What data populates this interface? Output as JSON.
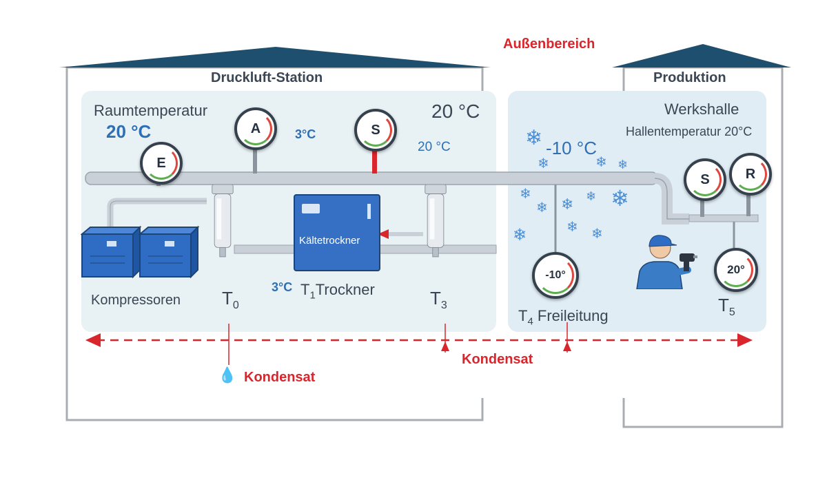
{
  "colors": {
    "roof": "#1f4f6e",
    "wall": "#a9adb2",
    "station_bg": "#e7f1f4",
    "hall_bg": "#e3eef5",
    "pipe": "#c7ced5",
    "compressor": "#2f6cc4",
    "dryer": "#3670c4",
    "accent_red": "#d8262c",
    "text_blue": "#2f6fb3",
    "text_dark": "#3a4654",
    "snow": "#4c8fd6"
  },
  "labels": {
    "aussenbereich": "Außenbereich",
    "station_title": "Druckluft-Station",
    "production_title": "Produktion",
    "raumtemperatur": "Raumtemperatur",
    "raum_temp_value": "20 °C",
    "station_temp": "20 °C",
    "dryer_in_temp": "3°C",
    "pipe_temp": "20 °C",
    "outside_temp": "-10 °C",
    "werkshalle": "Werkshalle",
    "hallentemperatur": "Hallentemperatur 20°C",
    "kompressoren": "Kompressoren",
    "dryer_label": "Kältetrockner",
    "dryer_out_temp": "3°C",
    "t0": "T",
    "t0_sub": "0",
    "t1": "T",
    "t1_sub": "1",
    "t1_text": "Trockner",
    "t3": "T",
    "t3_sub": "3",
    "t4": "T",
    "t4_sub": "4",
    "t4_text": "Freileitung",
    "t5": "T",
    "t5_sub": "5",
    "kondensat_left": "Kondensat",
    "kondensat_right": "Kondensat"
  },
  "gauges": {
    "e": "E",
    "a": "A",
    "s_station": "S",
    "s_hall": "S",
    "r": "R",
    "outdoor_dial": "-10°",
    "hall_dial": "20°"
  },
  "icons": {
    "snowflake": "❄",
    "drop": "💧"
  }
}
